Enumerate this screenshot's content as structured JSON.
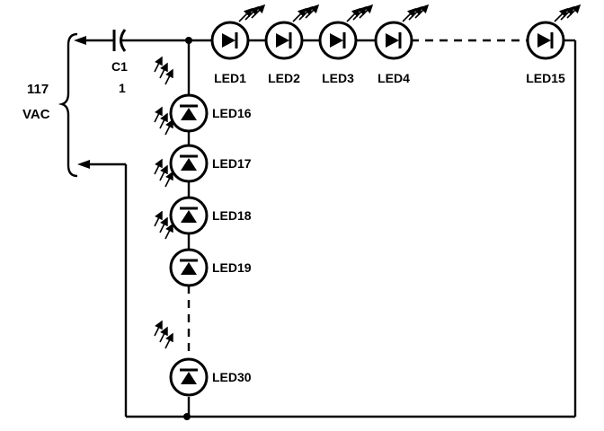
{
  "colors": {
    "ink": "#000000",
    "paper": "#ffffff"
  },
  "source": {
    "voltage": "117",
    "unit": "VAC"
  },
  "capacitor": {
    "name": "C1",
    "value": "1"
  },
  "top_leds": [
    "LED1",
    "LED2",
    "LED3",
    "LED4",
    "LED15"
  ],
  "side_leds": [
    "LED16",
    "LED17",
    "LED18",
    "LED19",
    "LED30"
  ]
}
